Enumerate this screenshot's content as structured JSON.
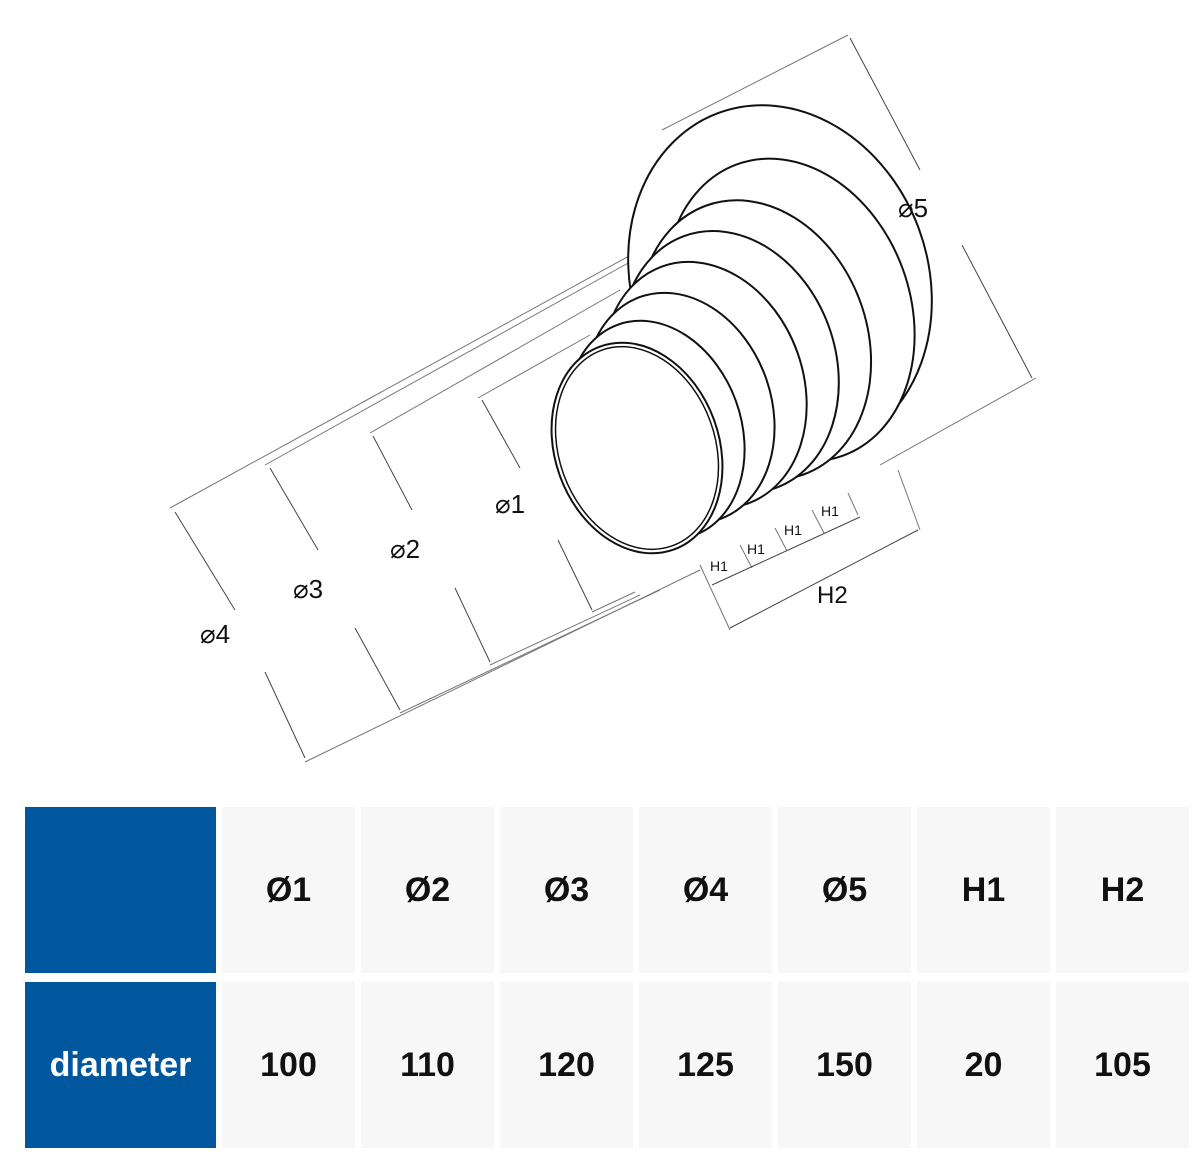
{
  "diagram": {
    "labels": {
      "d1": "⌀1",
      "d2": "⌀2",
      "d3": "⌀3",
      "d4": "⌀4",
      "d5": "⌀5",
      "h1": "H1",
      "h2": "H2"
    },
    "line_color": "#111111"
  },
  "table": {
    "accent_color": "#00579e",
    "header_corner": "",
    "columns": [
      "Ø1",
      "Ø2",
      "Ø3",
      "Ø4",
      "Ø5",
      "H1",
      "H2"
    ],
    "row_label": "diameter",
    "values": [
      "100",
      "110",
      "120",
      "125",
      "150",
      "20",
      "105"
    ]
  }
}
